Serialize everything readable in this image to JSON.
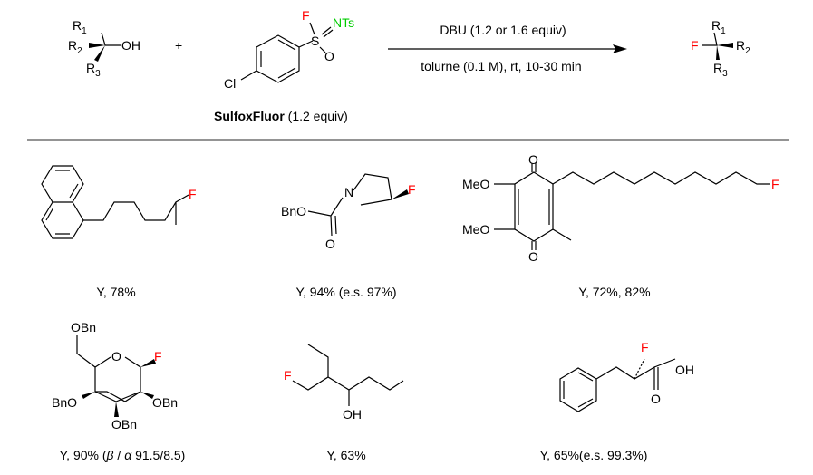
{
  "reaction": {
    "reactant": {
      "r1": "R",
      "r1_sub": "1",
      "r2": "R",
      "r2_sub": "2",
      "r3": "R",
      "r3_sub": "3",
      "oh": "OH"
    },
    "plus": "+",
    "reagent": {
      "f": "F",
      "nts": "NTs",
      "s": "S",
      "o": "O",
      "cl": "Cl",
      "name": "SulfoxFluor",
      "equiv": "(1.2 equiv)"
    },
    "conditions_top": "DBU (1.2 or 1.6 equiv)",
    "conditions_bottom": "tolurne (0.1 M), rt, 10-30 min",
    "product": {
      "f": "F",
      "r1": "R",
      "r1_sub": "1",
      "r2": "R",
      "r2_sub": "2",
      "r3": "R",
      "r3_sub": "3"
    }
  },
  "examples": [
    {
      "atoms": {
        "f": "F"
      },
      "caption": "Y, 78%"
    },
    {
      "atoms": {
        "bno": "BnO",
        "n": "N",
        "f": "F",
        "o": "O"
      },
      "caption": "Y, 94% (e.s. 97%)"
    },
    {
      "atoms": {
        "meo1": "MeO",
        "meo2": "MeO",
        "o1": "O",
        "o2": "O",
        "f": "F"
      },
      "caption": "Y, 72%, 82%"
    },
    {
      "atoms": {
        "obn_top": "OBn",
        "o": "O",
        "f": "F",
        "bno": "BnO",
        "obn_right": "OBn",
        "obn_bottom": "OBn"
      },
      "caption_prefix": "Y, 90% (",
      "beta": "β",
      "slash": " / ",
      "alpha": "α",
      "caption_suffix": "  91.5/8.5)"
    },
    {
      "atoms": {
        "f": "F",
        "oh": "OH"
      },
      "caption": "Y, 63%"
    },
    {
      "atoms": {
        "f": "F",
        "oh": "OH",
        "o": "O"
      },
      "caption": "Y, 65%(e.s. 99.3%)"
    }
  ],
  "colors": {
    "fluorine": "#ff0000",
    "nts": "#00cc00"
  }
}
